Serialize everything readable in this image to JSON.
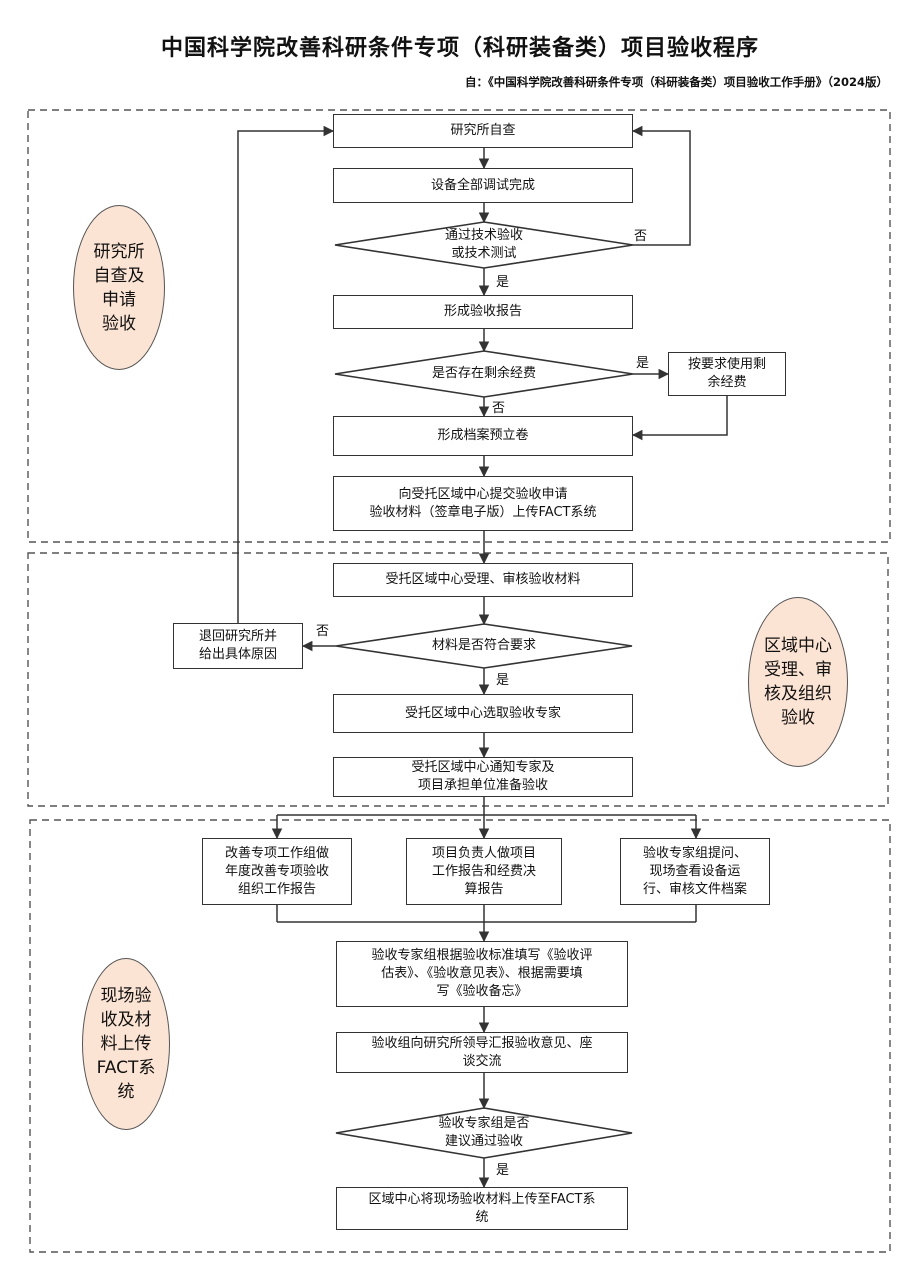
{
  "title": "中国科学院改善科研条件专项（科研装备类）项目验收程序",
  "source": "自：《中国科学院改善科研条件专项（科研装备类）项目验收工作手册》（2024版）",
  "stages": {
    "s1": "研究所\n自查及\n申请\n验收",
    "s2": "区域中心\n受理、审\n核及组织\n验收",
    "s3": "现场验\n收及材\n料上传\nFACT系\n统"
  },
  "nodes": {
    "n1": "研究所自查",
    "n2": "设备全部调试完成",
    "d1": "通过技术验收\n或技术测试",
    "n3": "形成验收报告",
    "d2": "是否存在剩余经费",
    "side1": "按要求使用剩\n余经费",
    "n4": "形成档案预立卷",
    "n5": "向受托区域中心提交验收申请\n验收材料（签章电子版）上传FACT系统",
    "n6": "受托区域中心受理、审核验收材料",
    "d3": "材料是否符合要求",
    "side2": "退回研究所并\n给出具体原因",
    "n7": "受托区域中心选取验收专家",
    "n8": "受托区域中心通知专家及\n项目承担单位准备验收",
    "p1": "改善专项工作组做\n年度改善专项验收\n组织工作报告",
    "p2": "项目负责人做项目\n工作报告和经费决\n算报告",
    "p3": "验收专家组提问、\n现场查看设备运\n行、审核文件档案",
    "n9": "验收专家组根据验收标准填写《验收评\n估表》、《验收意见表》、根据需要填\n写《验收备忘》",
    "n10": "验收组向研究所领导汇报验收意见、座\n谈交流",
    "d4": "验收专家组是否\n建议通过验收",
    "n11": "区域中心将现场验收材料上传至FACT系\n统"
  },
  "edge_labels": {
    "d1_no": "否",
    "d1_yes": "是",
    "d2_yes": "是",
    "d2_no": "否",
    "d3_no": "否",
    "d3_yes": "是",
    "d4_yes": "是"
  },
  "colors": {
    "stage_fill": "#fbe4d3",
    "line": "#333333"
  }
}
